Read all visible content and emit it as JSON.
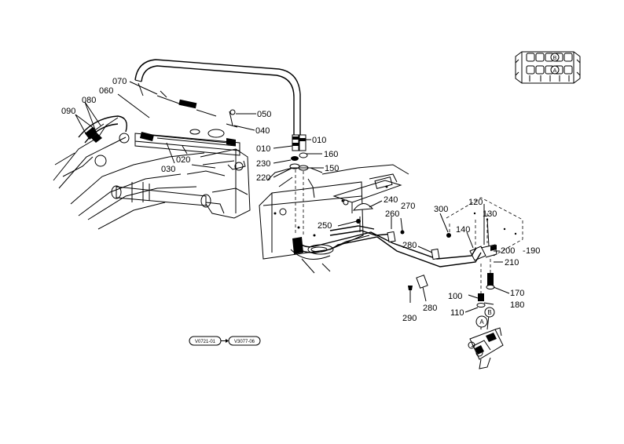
{
  "callouts": [
    {
      "id": "090",
      "text": "090"
    },
    {
      "id": "080",
      "text": "080"
    },
    {
      "id": "060",
      "text": "060"
    },
    {
      "id": "070",
      "text": "070"
    },
    {
      "id": "050",
      "text": "050"
    },
    {
      "id": "040",
      "text": "040"
    },
    {
      "id": "010a",
      "text": "010"
    },
    {
      "id": "010b",
      "text": "010"
    },
    {
      "id": "160",
      "text": "160"
    },
    {
      "id": "230",
      "text": "230"
    },
    {
      "id": "150",
      "text": "150"
    },
    {
      "id": "220",
      "text": "220"
    },
    {
      "id": "020",
      "text": "020"
    },
    {
      "id": "030",
      "text": "030"
    },
    {
      "id": "240",
      "text": "240"
    },
    {
      "id": "260",
      "text": "260"
    },
    {
      "id": "270",
      "text": "270"
    },
    {
      "id": "300",
      "text": "300"
    },
    {
      "id": "250",
      "text": "250"
    },
    {
      "id": "120",
      "text": "120"
    },
    {
      "id": "130",
      "text": "130"
    },
    {
      "id": "140",
      "text": "140"
    },
    {
      "id": "280a",
      "text": "280"
    },
    {
      "id": "200",
      "text": "200"
    },
    {
      "id": "190",
      "text": "190"
    },
    {
      "id": "210",
      "text": "210"
    },
    {
      "id": "170",
      "text": "170"
    },
    {
      "id": "180",
      "text": "180"
    },
    {
      "id": "100",
      "text": "100"
    },
    {
      "id": "110",
      "text": "110"
    },
    {
      "id": "280b",
      "text": "280"
    },
    {
      "id": "290",
      "text": "290"
    }
  ],
  "markers": {
    "A": "A",
    "B": "B"
  },
  "serial_range": {
    "from": "V0721-01",
    "to": "V3077-06"
  }
}
